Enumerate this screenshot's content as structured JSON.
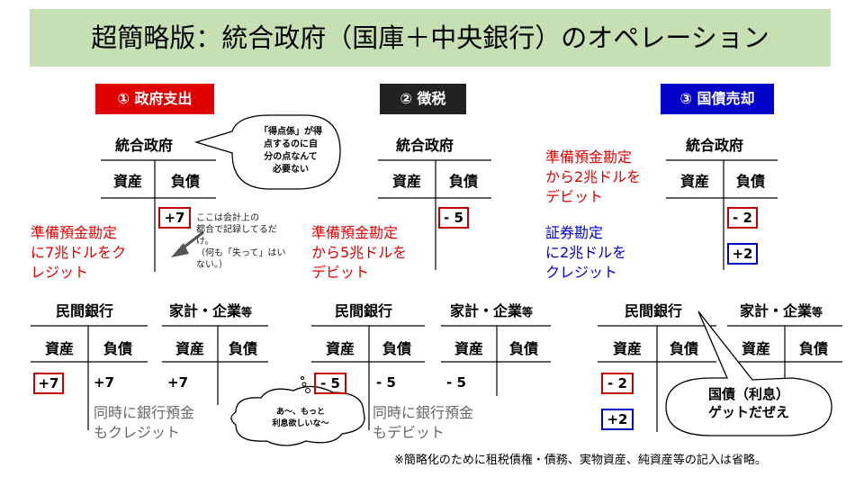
{
  "title": "超簡略版：統合政府（国庫＋中央銀行）のオペレーション",
  "colors": {
    "title_bg": "#c6e0b4",
    "tag_red": "#e00000",
    "tag_dark": "#222222",
    "tag_blue": "#0000c8",
    "text_red": "#e00000",
    "text_blue": "#0000c8"
  },
  "sections": [
    {
      "tag": "① 政府支出"
    },
    {
      "tag": "② 徴税"
    },
    {
      "tag": "③ 国債売却"
    }
  ],
  "ledger": {
    "government": "統合政府",
    "private_bank": "民間銀行",
    "household": "家計・企業",
    "household_suffix": "等",
    "assets": "資産",
    "liabilities": "負債"
  },
  "s1": {
    "gov_liab": "+7",
    "note": "準備預金勘定に7兆ドルをクレジット",
    "note_l1": "準備預金勘定",
    "note_l2": "に7兆ドルをク",
    "note_l3": "レジット",
    "aside_l1": "ここは会計上の",
    "aside_l2": "都合で記録してるだ",
    "aside_l3": "け。",
    "aside_l4": "（何も「失って」はい",
    "aside_l5": "ない。）",
    "bubble_l1": "「得点係」が得",
    "bubble_l2": "点するのに自",
    "bubble_l3": "分の点なんて",
    "bubble_l4": "必要ない",
    "bank_asset": "+7",
    "bank_liab": "+7",
    "hh_asset": "+7",
    "bank_note_l1": "同時に銀行預金",
    "bank_note_l2": "もクレジット"
  },
  "s2": {
    "gov_liab": "- 5",
    "note_l1": "準備預金勘定",
    "note_l2": "から5兆ドルを",
    "note_l3": "デビット",
    "bank_asset": "- 5",
    "bank_liab": "- 5",
    "hh_asset": "- 5",
    "bank_note_l1": "同時に銀行預金",
    "bank_note_l2": "もデビット",
    "thought_l1": "あ～、もっと",
    "thought_l2": "利息欲しいな～"
  },
  "s3": {
    "red_l1": "準備預金勘定",
    "red_l2": "から2兆ドルを",
    "red_l3": "デビット",
    "blue_l1": "証券勘定",
    "blue_l2": "に2兆ドルを",
    "blue_l3": "クレジット",
    "gov_liab_1": "- 2",
    "gov_liab_2": "+2",
    "bank_asset_1": "- 2",
    "bank_asset_2": "+2",
    "callout_l1": "国債（利息）",
    "callout_l2": "ゲットだぜえ"
  },
  "footnote": "※簡略化のために租税債権・債務、実物資産、純資産等の記入は省略。"
}
